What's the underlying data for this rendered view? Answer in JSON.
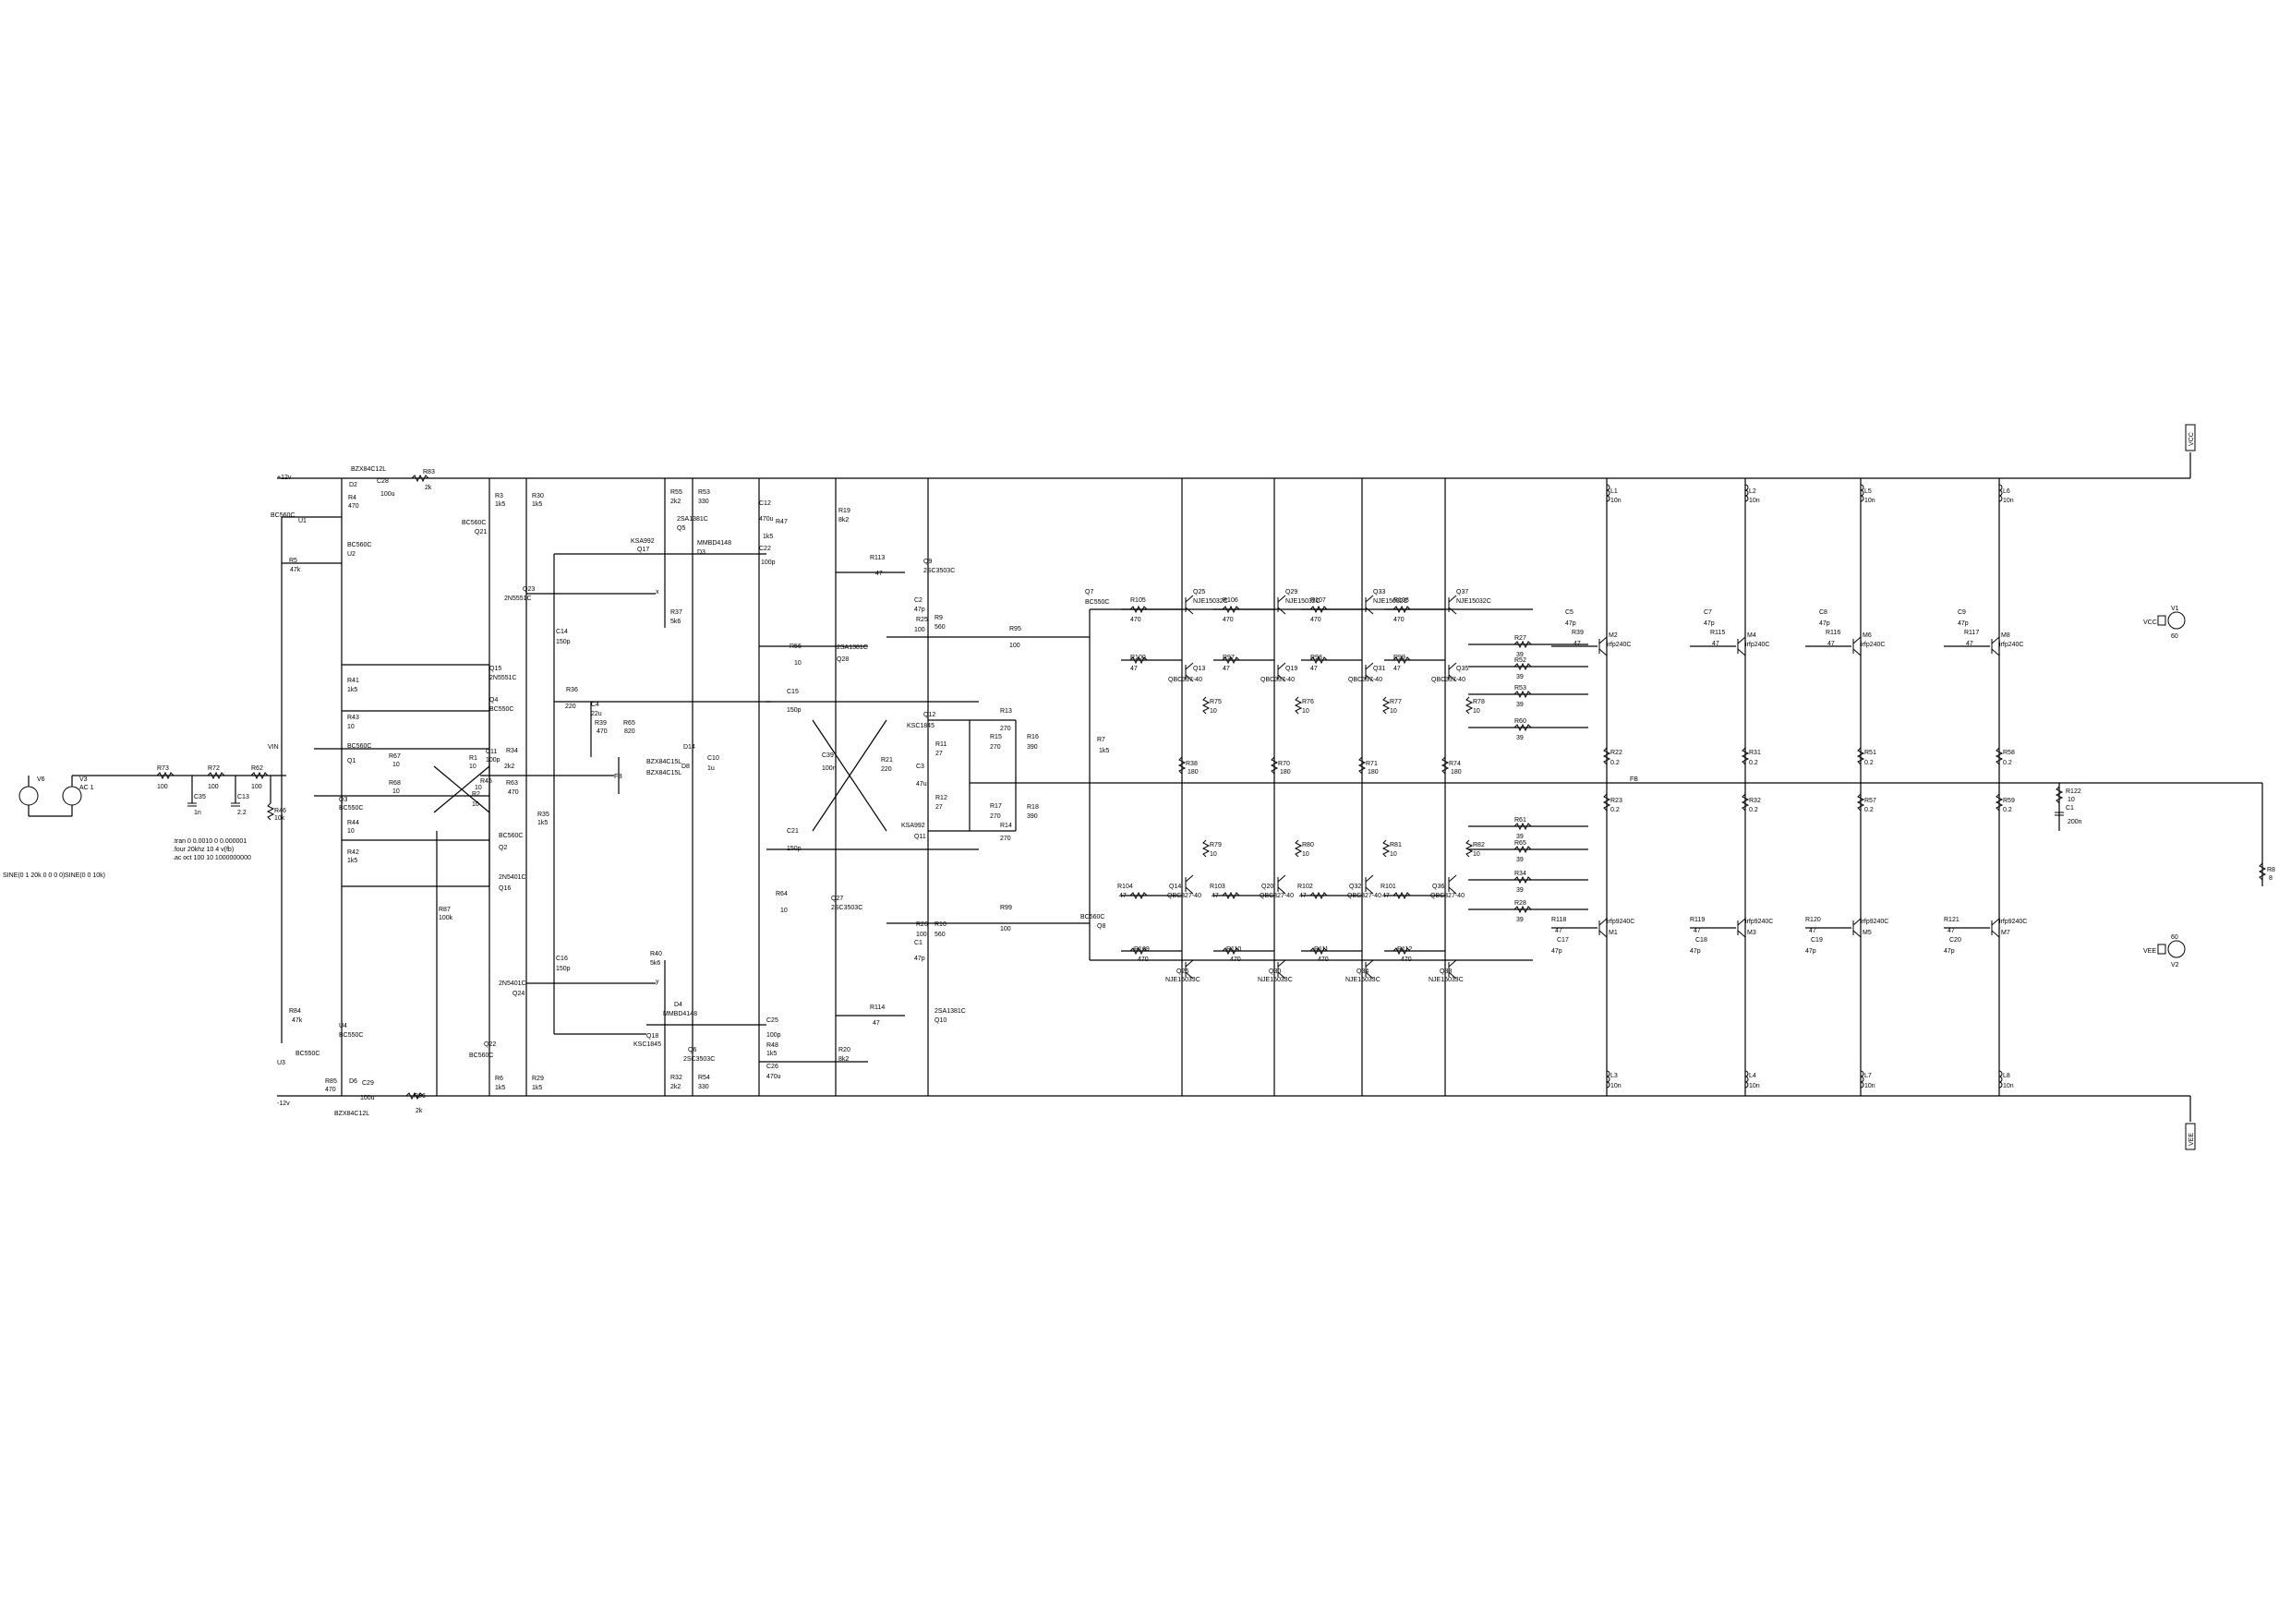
{
  "rails": {
    "vcc_label": "VCC",
    "vee_label": "VEE"
  },
  "sources": {
    "v6": {
      "name": "V6",
      "value": "SINE(0 1 20k 0 0 0 0)"
    },
    "v3": {
      "name": "V3",
      "value": "AC 1",
      "spec": "SINE(0 0 10k)"
    },
    "v1": {
      "name": "V1",
      "value": "60",
      "net": "VCC"
    },
    "v2": {
      "name": "V2",
      "value": "60",
      "net": "VEE"
    }
  },
  "directives": [
    ".tran 0 0.0010 0 0.000001",
    ".four 20khz 10 4 v(fb)",
    ".ac oct 100 10 1000000000"
  ],
  "nets": {
    "fb": "FB",
    "vin": "VIN",
    "x": "x",
    "y": "y",
    "plus12": "+12v",
    "minus12": "-12v"
  },
  "input_stage": [
    {
      "ref": "R73",
      "value": "100"
    },
    {
      "ref": "R72",
      "value": "100"
    },
    {
      "ref": "R62",
      "value": "100"
    },
    {
      "ref": "C35",
      "value": "1n"
    },
    {
      "ref": "C13",
      "value": "2.2"
    },
    {
      "ref": "R46",
      "value": "10k"
    }
  ],
  "regulators": [
    {
      "ref": "D2",
      "value": "BZX84C12L"
    },
    {
      "ref": "C28",
      "value": "100u"
    },
    {
      "ref": "R83",
      "value": "2k"
    },
    {
      "ref": "D6",
      "value": "BZX84C12L"
    },
    {
      "ref": "C29",
      "value": "100u"
    },
    {
      "ref": "R86",
      "value": "2k"
    }
  ],
  "left_parts": [
    {
      "ref": "U1",
      "value": "BC560C"
    },
    {
      "ref": "R4",
      "value": "470"
    },
    {
      "ref": "U2",
      "value": "BC560C"
    },
    {
      "ref": "R5",
      "value": "47k"
    },
    {
      "ref": "R41",
      "value": "1k5"
    },
    {
      "ref": "R43",
      "value": "10"
    },
    {
      "ref": "Q1",
      "value": "BC560C"
    },
    {
      "ref": "R67",
      "value": "10"
    },
    {
      "ref": "R68",
      "value": "10"
    },
    {
      "ref": "Q3",
      "value": "BC550C"
    },
    {
      "ref": "R44",
      "value": "10"
    },
    {
      "ref": "R42",
      "value": "1k5"
    },
    {
      "ref": "R84",
      "value": "47k"
    },
    {
      "ref": "U4",
      "value": "BC550C"
    },
    {
      "ref": "U3",
      "value": "BC550C"
    },
    {
      "ref": "R85",
      "value": "470"
    },
    {
      "ref": "R87",
      "value": "100k"
    }
  ],
  "vas_parts": [
    {
      "ref": "R3",
      "value": "1k5"
    },
    {
      "ref": "R30",
      "value": "1k5"
    },
    {
      "ref": "Q21",
      "value": "BC560C"
    },
    {
      "ref": "Q23",
      "value": "2N5551C"
    },
    {
      "ref": "Q15",
      "value": "2N5551C"
    },
    {
      "ref": "Q4",
      "value": "BC550C"
    },
    {
      "ref": "C14",
      "value": "150p"
    },
    {
      "ref": "R36",
      "value": "220"
    },
    {
      "ref": "C4",
      "value": "22u"
    },
    {
      "ref": "R39",
      "value": "470"
    },
    {
      "ref": "R65",
      "value": "820"
    },
    {
      "ref": "R1",
      "value": "10"
    },
    {
      "ref": "C11",
      "value": "100p"
    },
    {
      "ref": "R34",
      "value": "2k2"
    },
    {
      "ref": "R45",
      "value": "10"
    },
    {
      "ref": "R2",
      "value": "10"
    },
    {
      "ref": "R63",
      "value": "470"
    },
    {
      "ref": "R35",
      "value": "1k5"
    },
    {
      "ref": "Q2",
      "value": "BC560C"
    },
    {
      "ref": "Q16",
      "value": "2N5401C"
    },
    {
      "ref": "C16",
      "value": "150p"
    },
    {
      "ref": "Q24",
      "value": "2N5401C"
    },
    {
      "ref": "Q22",
      "value": "BC560C"
    },
    {
      "ref": "R6",
      "value": "1k5"
    },
    {
      "ref": "R29",
      "value": "1k5"
    }
  ],
  "bias_parts": [
    {
      "ref": "R55",
      "value": "2k2"
    },
    {
      "ref": "R53",
      "value": "330"
    },
    {
      "ref": "Q5",
      "value": "2SA1381C"
    },
    {
      "ref": "Q17",
      "value": "KSA992"
    },
    {
      "ref": "D3",
      "value": "MMBD4148"
    },
    {
      "ref": "R37",
      "value": "5k6"
    },
    {
      "ref": "D14",
      "value": "BZX84C15L"
    },
    {
      "ref": "D8",
      "value": "BZX84C15L"
    },
    {
      "ref": "C10",
      "value": "1u"
    },
    {
      "ref": "R40",
      "value": "5k6"
    },
    {
      "ref": "D4",
      "value": "MMBD4148"
    },
    {
      "ref": "Q18",
      "value": "KSC1845"
    },
    {
      "ref": "Q6",
      "value": "2SC3503C"
    },
    {
      "ref": "R32",
      "value": "2k2"
    },
    {
      "ref": "R54",
      "value": "330"
    },
    {
      "ref": "C12",
      "value": "470u"
    },
    {
      "ref": "R47",
      "value": "1k5"
    },
    {
      "ref": "C22",
      "value": "100p"
    },
    {
      "ref": "C25",
      "value": "100p"
    },
    {
      "ref": "R48",
      "value": "1k5"
    },
    {
      "ref": "C26",
      "value": "470u"
    }
  ],
  "driver_parts": [
    {
      "ref": "R19",
      "value": "8k2"
    },
    {
      "ref": "R113",
      "value": "47"
    },
    {
      "ref": "Q9",
      "value": "2SC3503C"
    },
    {
      "ref": "Q28",
      "value": "2SA1381C"
    },
    {
      "ref": "R56",
      "value": "10"
    },
    {
      "ref": "C2",
      "value": "47p"
    },
    {
      "ref": "R25",
      "value": "100"
    },
    {
      "ref": "R9",
      "value": "560"
    },
    {
      "ref": "C15",
      "value": "150p"
    },
    {
      "ref": "C39",
      "value": "100n"
    },
    {
      "ref": "R21",
      "value": "220"
    },
    {
      "ref": "C21",
      "value": "150p"
    },
    {
      "ref": "Q12",
      "value": "KSC1845"
    },
    {
      "ref": "R11",
      "value": "27"
    },
    {
      "ref": "C3",
      "value": "47u"
    },
    {
      "ref": "R12",
      "value": "27"
    },
    {
      "ref": "Q11",
      "value": "KSA992"
    },
    {
      "ref": "R13",
      "value": "270"
    },
    {
      "ref": "R15",
      "value": "270"
    },
    {
      "ref": "R16",
      "value": "390"
    },
    {
      "ref": "R17",
      "value": "270"
    },
    {
      "ref": "R14",
      "value": "270"
    },
    {
      "ref": "R18",
      "value": "390"
    },
    {
      "ref": "R64",
      "value": "10"
    },
    {
      "ref": "Q27",
      "value": "2SC3503C"
    },
    {
      "ref": "R26",
      "value": "100"
    },
    {
      "ref": "R10",
      "value": "560"
    },
    {
      "ref": "C1",
      "value": "47p"
    },
    {
      "ref": "R114",
      "value": "47"
    },
    {
      "ref": "Q10",
      "value": "2SA1381C"
    },
    {
      "ref": "R20",
      "value": "8k2"
    },
    {
      "ref": "R95",
      "value": "100"
    },
    {
      "ref": "Q7",
      "value": "BC550C"
    },
    {
      "ref": "R7",
      "value": "1k5"
    },
    {
      "ref": "R99",
      "value": "100"
    },
    {
      "ref": "Q8",
      "value": "BC560C"
    }
  ],
  "predriver_top": [
    {
      "r": "R105",
      "rv": "470",
      "q": "Q25",
      "qv": "NJE15032C"
    },
    {
      "r": "R106",
      "rv": "470",
      "q": "Q29",
      "qv": "NJE15032C"
    },
    {
      "r": "R107",
      "rv": "470",
      "q": "Q33",
      "qv": "NJE15032C"
    },
    {
      "r": "R108",
      "rv": "470",
      "q": "Q37",
      "qv": "NJE15032C"
    }
  ],
  "predriver_top2": [
    {
      "r": "R100",
      "rv": "47",
      "q": "Q13",
      "qv": "QBC337-40",
      "re": "R75",
      "rev": "10"
    },
    {
      "r": "R97",
      "rv": "47",
      "q": "Q19",
      "qv": "QBC337-40",
      "re": "R76",
      "rev": "10"
    },
    {
      "r": "R98",
      "rv": "47",
      "q": "Q31",
      "qv": "QBC337-40",
      "re": "R77",
      "rev": "10"
    },
    {
      "r": "R99",
      "rv": "47",
      "q": "Q35",
      "qv": "QBC337-40",
      "re": "R78",
      "rev": "10"
    }
  ],
  "predriver_mid": [
    {
      "ref": "R38",
      "value": "180"
    },
    {
      "ref": "R70",
      "value": "180"
    },
    {
      "ref": "R71",
      "value": "180"
    },
    {
      "ref": "R74",
      "value": "180"
    }
  ],
  "predriver_bot2": [
    {
      "r": "R104",
      "rv": "47",
      "q": "Q14",
      "qv": "QBC327-40",
      "re": "R79",
      "rev": "10"
    },
    {
      "r": "R103",
      "rv": "47",
      "q": "Q20",
      "qv": "QBC327-40",
      "re": "R80",
      "rev": "10"
    },
    {
      "r": "R102",
      "rv": "47",
      "q": "Q32",
      "qv": "QBC327-40",
      "re": "R81",
      "rev": "10"
    },
    {
      "r": "R101",
      "rv": "47",
      "q": "Q36",
      "qv": "QBC327-40",
      "re": "R82",
      "rev": "10"
    }
  ],
  "predriver_bot": [
    {
      "r": "R109",
      "rv": "470",
      "q": "Q26",
      "qv": "NJE15033C"
    },
    {
      "r": "R110",
      "rv": "470",
      "q": "Q30",
      "qv": "NJE15033C"
    },
    {
      "r": "R111",
      "rv": "470",
      "q": "Q34",
      "qv": "NJE15033C"
    },
    {
      "r": "R112",
      "rv": "470",
      "q": "Q38",
      "qv": "NJE15033C"
    }
  ],
  "gate_resistors": [
    {
      "ref": "R27",
      "value": "39"
    },
    {
      "ref": "R52",
      "value": "39"
    },
    {
      "ref": "R53",
      "value": "39"
    },
    {
      "ref": "R60",
      "value": "39"
    },
    {
      "ref": "R61",
      "value": "39"
    },
    {
      "ref": "R65",
      "value": "39"
    },
    {
      "ref": "R34",
      "value": "39"
    },
    {
      "ref": "R28",
      "value": "39"
    }
  ],
  "outputs": [
    {
      "l": "L1",
      "lv": "10n",
      "c": "C5",
      "cv": "47p",
      "r": "R39",
      "rv": "47",
      "m": "M2",
      "mv": "irfp240C",
      "rs1": "R22",
      "rs1v": "0.2",
      "rs2": "R23",
      "rs2v": "0.2",
      "rb": "R118",
      "rbv": "47",
      "cb": "C17",
      "cbv": "47p",
      "mb": "M1",
      "mbv": "irfp9240C",
      "lb": "L3",
      "lbv": "10n"
    },
    {
      "l": "L2",
      "lv": "10n",
      "c": "C7",
      "cv": "47p",
      "r": "R115",
      "rv": "47",
      "m": "M4",
      "mv": "irfp240C",
      "rs1": "R31",
      "rs1v": "0.2",
      "rs2": "R32",
      "rs2v": "0.2",
      "rb": "R119",
      "rbv": "47",
      "cb": "C18",
      "cbv": "47p",
      "mb": "M3",
      "mbv": "irfp9240C",
      "lb": "L4",
      "lbv": "10n"
    },
    {
      "l": "L5",
      "lv": "10n",
      "c": "C8",
      "cv": "47p",
      "r": "R116",
      "rv": "47",
      "m": "M6",
      "mv": "irfp240C",
      "rs1": "R51",
      "rs1v": "0.2",
      "rs2": "R57",
      "rs2v": "0.2",
      "rb": "R120",
      "rbv": "47",
      "cb": "C19",
      "cbv": "47p",
      "mb": "M5",
      "mbv": "irfp9240C",
      "lb": "L7",
      "lbv": "10n"
    },
    {
      "l": "L6",
      "lv": "10n",
      "c": "C9",
      "cv": "47p",
      "r": "R117",
      "rv": "47",
      "m": "M8",
      "mv": "irfp240C",
      "rs1": "R58",
      "rs1v": "0.2",
      "rs2": "R59",
      "rs2v": "0.2",
      "rb": "R121",
      "rbv": "47",
      "cb": "C20",
      "cbv": "47p",
      "mb": "M7",
      "mbv": "irfp9240C",
      "lb": "L8",
      "lbv": "10n"
    }
  ],
  "zobel": [
    {
      "ref": "R122",
      "value": "10"
    },
    {
      "ref": "C1",
      "value": "200n"
    }
  ],
  "load": {
    "ref": "R8",
    "value": "8"
  }
}
